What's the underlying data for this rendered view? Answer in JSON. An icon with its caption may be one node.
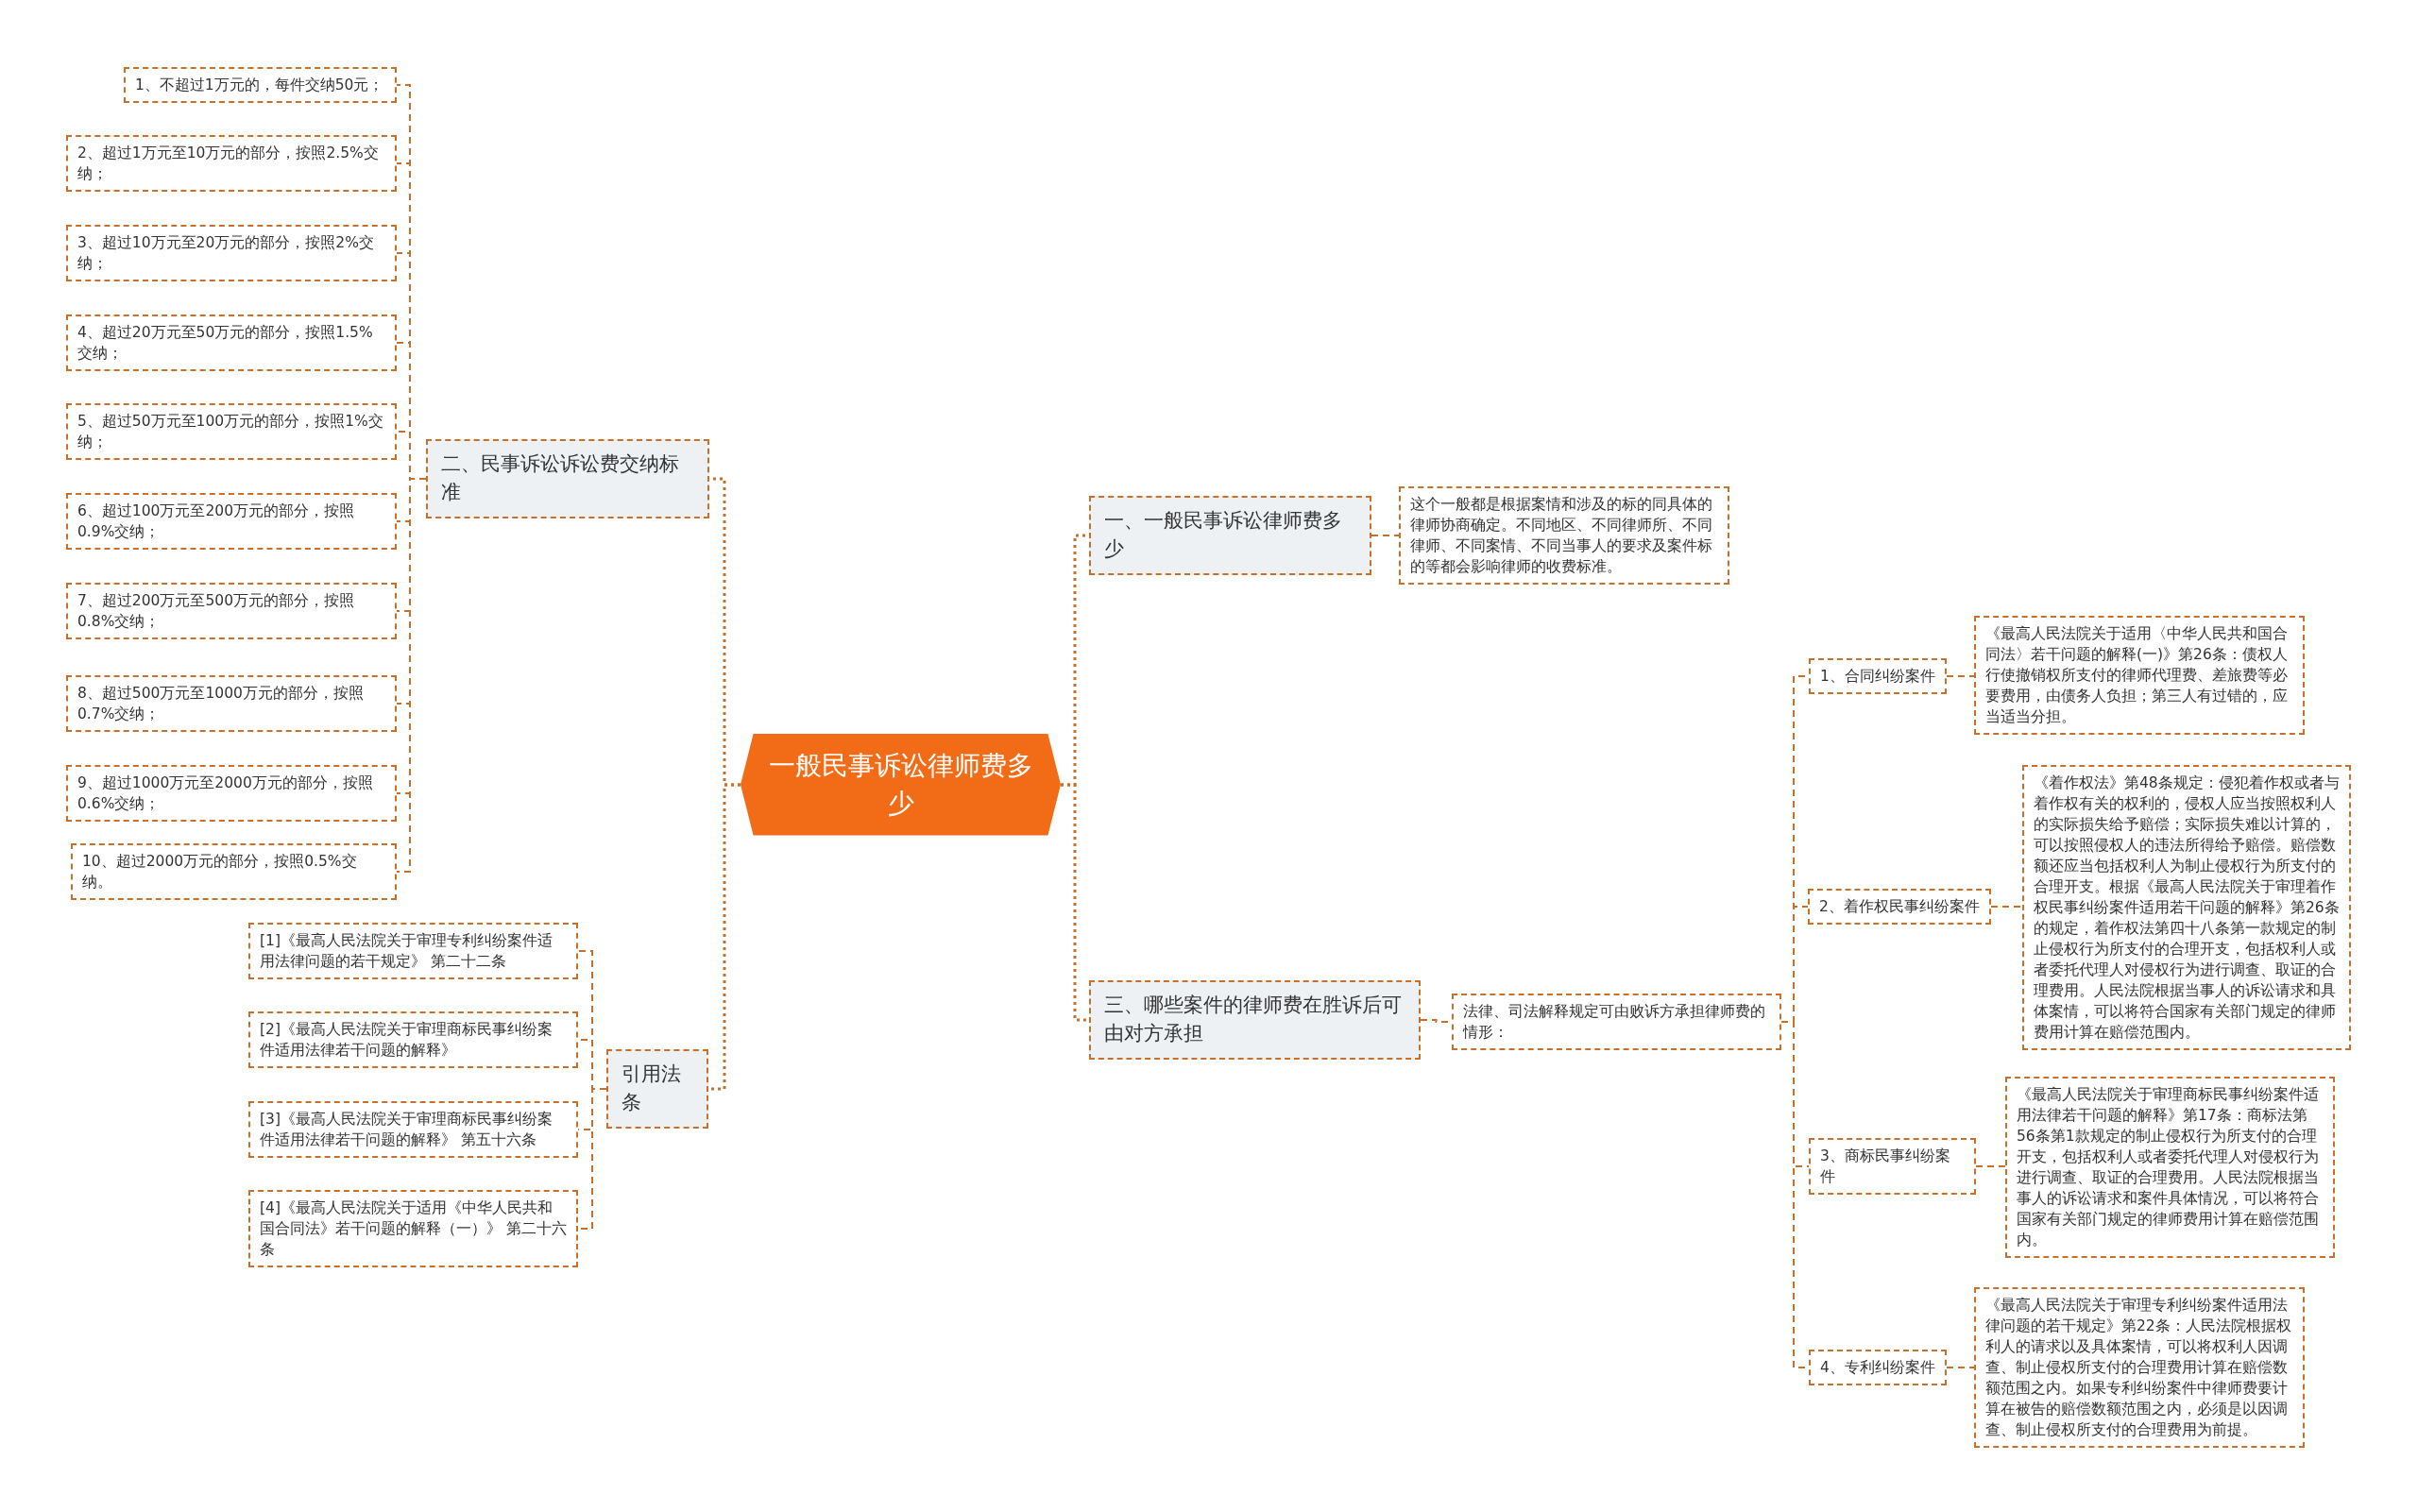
{
  "diagram": {
    "nodes": [
      {
        "text": [
          "一般民事诉讼律师费多少"
        ]
      },
      {
        "text": [
          "一、一般民事诉讼律师费多少"
        ]
      },
      {
        "text": [
          "这个一般都是根据案情和涉及的标的同具体的律师协商确定。不同地区、不同律师所、不同律师、不同案情、不同当事人的要求及案件标的等都会影响律师的收费标准。"
        ]
      },
      {
        "text": [
          "二、民事诉讼诉讼费交纳标准"
        ]
      },
      {
        "text": [
          "1、不超过1万元的，每件交纳50元；"
        ]
      },
      {
        "text": [
          "2、超过1万元至10万元的部分，按照2.5%交纳；"
        ]
      },
      {
        "text": [
          "3、超过10万元至20万元的部分，按照2%交纳；"
        ]
      },
      {
        "text": [
          "4、超过20万元至50万元的部分，按照1.5%交纳；"
        ]
      },
      {
        "text": [
          "5、超过50万元至100万元的部分，按照1%交纳；"
        ]
      },
      {
        "text": [
          "6、超过100万元至200万元的部分，按照0.9%交纳；"
        ]
      },
      {
        "text": [
          "7、超过200万元至500万元的部分，按照0.8%交纳；"
        ]
      },
      {
        "text": [
          "8、超过500万元至1000万元的部分，按照0.7%交纳；"
        ]
      },
      {
        "text": [
          "9、超过1000万元至2000万元的部分，按照0.6%交纳；"
        ]
      },
      {
        "text": [
          "10、超过2000万元的部分，按照0.5%交纳。"
        ]
      },
      {
        "text": [
          "三、哪些案件的律师费在胜诉后可由对方承担"
        ]
      },
      {
        "text": [
          "法律、司法解释规定可由败诉方承担律师费的情形："
        ]
      },
      {
        "text": [
          "1、合同纠纷案件"
        ]
      },
      {
        "text": [
          "《最高人民法院关于适用〈中华人民共和国合同法〉若干问题的解释(一)》第26条：债权人行使撤销权所支付的律师代理费、差旅费等必要费用，由债务人负担；第三人有过错的，应当适当分担。"
        ]
      },
      {
        "text": [
          "2、着作权民事纠纷案件"
        ]
      },
      {
        "text": [
          "《着作权法》第48条规定：侵犯着作权或者与着作权有关的权利的，侵权人应当按照权利人的实际损失给予赔偿；实际损失难以计算的，可以按照侵权人的违法所得给予赔偿。赔偿数额还应当包括权利人为制止侵权行为所支付的合理开支。根据《最高人民法院关于审理着作权民事纠纷案件适用若干问题的解释》第26条的规定，着作权法第四十八条第一款规定的制止侵权行为所支付的合理开支，包括权利人或者委托代理人对侵权行为进行调查、取证的合理费用。人民法院根据当事人的诉讼请求和具体案情，可以将符合国家有关部门规定的律师费用计算在赔偿范围内。"
        ]
      },
      {
        "text": [
          "3、商标民事纠纷案件"
        ]
      },
      {
        "text": [
          "《最高人民法院关于审理商标民事纠纷案件适用法律若干问题的解释》第17条：商标法第56条第1款规定的制止侵权行为所支付的合理开支，包括权利人或者委托代理人对侵权行为进行调查、取证的合理费用。人民法院根据当事人的诉讼请求和案件具体情况，可以将符合国家有关部门规定的律师费用计算在赔偿范围内。"
        ]
      },
      {
        "text": [
          "4、专利纠纷案件"
        ]
      },
      {
        "text": [
          "《最高人民法院关于审理专利纠纷案件适用法律问题的若干规定》第22条：人民法院根据权利人的请求以及具体案情，可以将权利人因调查、制止侵权所支付的合理费用计算在赔偿数额范围之内。如果专利纠纷案件中律师费要计算在被告的赔偿数额范围之内，必须是以因调查、制止侵权所支付的合理费用为前提。"
        ]
      },
      {
        "text": [
          "引用法条"
        ]
      },
      {
        "text": [
          "[1]《最高人民法院关于审理专利纠纷案件适用法律问题的若干规定》 第二十二条"
        ]
      },
      {
        "text": [
          "[2]《最高人民法院关于审理商标民事纠纷案件适用法律若干问题的解释》"
        ]
      },
      {
        "text": [
          "[3]《最高人民法院关于审理商标民事纠纷案件适用法律若干问题的解释》 第五十六条"
        ]
      },
      {
        "text": [
          "[4]《最高人民法院关于适用《中华人民共和国合同法》若干问题的解释（一）》 第二十六条"
        ]
      }
    ],
    "edges": [
      {
        "from": 0,
        "to": 1,
        "arrow": "none"
      },
      {
        "from": 0,
        "to": 3,
        "arrow": "none"
      },
      {
        "from": 0,
        "to": 14,
        "arrow": "none"
      },
      {
        "from": 0,
        "to": 24,
        "arrow": "none"
      },
      {
        "from": 1,
        "to": 2,
        "arrow": "none"
      },
      {
        "from": 3,
        "to": 4,
        "arrow": "none"
      },
      {
        "from": 3,
        "to": 5,
        "arrow": "none"
      },
      {
        "from": 3,
        "to": 6,
        "arrow": "none"
      },
      {
        "from": 3,
        "to": 7,
        "arrow": "none"
      },
      {
        "from": 3,
        "to": 8,
        "arrow": "none"
      },
      {
        "from": 3,
        "to": 9,
        "arrow": "none"
      },
      {
        "from": 3,
        "to": 10,
        "arrow": "none"
      },
      {
        "from": 3,
        "to": 11,
        "arrow": "none"
      },
      {
        "from": 3,
        "to": 12,
        "arrow": "none"
      },
      {
        "from": 3,
        "to": 13,
        "arrow": "none"
      },
      {
        "from": 14,
        "to": 15,
        "arrow": "none"
      },
      {
        "from": 15,
        "to": 16,
        "arrow": "none"
      },
      {
        "from": 15,
        "to": 18,
        "arrow": "none"
      },
      {
        "from": 15,
        "to": 20,
        "arrow": "none"
      },
      {
        "from": 15,
        "to": 22,
        "arrow": "none"
      },
      {
        "from": 16,
        "to": 17,
        "arrow": "none"
      },
      {
        "from": 18,
        "to": 19,
        "arrow": "none"
      },
      {
        "from": 20,
        "to": 21,
        "arrow": "none"
      },
      {
        "from": 22,
        "to": 23,
        "arrow": "none"
      },
      {
        "from": 24,
        "to": 25,
        "arrow": "none"
      },
      {
        "from": 24,
        "to": 26,
        "arrow": "none"
      },
      {
        "from": 24,
        "to": 27,
        "arrow": "none"
      },
      {
        "from": 24,
        "to": 28,
        "arrow": "none"
      }
    ]
  }
}
